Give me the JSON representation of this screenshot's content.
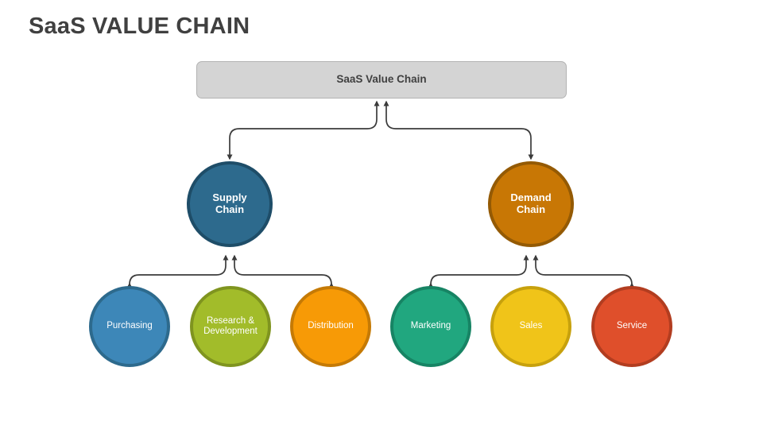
{
  "slide": {
    "title": "SaaS VALUE CHAIN",
    "background_color": "#ffffff",
    "title_color": "#404040"
  },
  "diagram": {
    "type": "hierarchy",
    "root": {
      "label": "SaaS Value Chain",
      "shape": "rounded-rectangle",
      "fill_color": "#d4d4d4",
      "border_color": "#b3b3b3",
      "text_color": "#404040"
    },
    "branches": [
      {
        "label": "Supply\nChain",
        "plain_label": "Supply Chain",
        "shape": "circle",
        "fill_color": "#2d6a8d",
        "border_color": "#1e4d68",
        "text_color": "#ffffff",
        "children": [
          {
            "label": "Purchasing",
            "fill_color": "#3d87b8",
            "border_color": "#2d6a8d",
            "text_color": "#ffffff"
          },
          {
            "label": "Research &\nDevelopment",
            "plain_label": "Research & Development",
            "fill_color": "#a2bc2a",
            "border_color": "#7f941f",
            "text_color": "#ffffff"
          },
          {
            "label": "Distribution",
            "fill_color": "#f79a06",
            "border_color": "#c57a05",
            "text_color": "#ffffff"
          }
        ]
      },
      {
        "label": "Demand\nChain",
        "plain_label": "Demand Chain",
        "shape": "circle",
        "fill_color": "#c87705",
        "border_color": "#945a04",
        "text_color": "#ffffff",
        "children": [
          {
            "label": "Marketing",
            "fill_color": "#21a77f",
            "border_color": "#178464",
            "text_color": "#ffffff"
          },
          {
            "label": "Sales",
            "fill_color": "#f0c419",
            "border_color": "#c7a10d",
            "text_color": "#ffffff"
          },
          {
            "label": "Service",
            "fill_color": "#df4f2b",
            "border_color": "#b23d20",
            "text_color": "#ffffff"
          }
        ]
      }
    ],
    "connector_color": "#3b3b3b",
    "connector_style": "curved-elbow-with-arrowheads"
  }
}
